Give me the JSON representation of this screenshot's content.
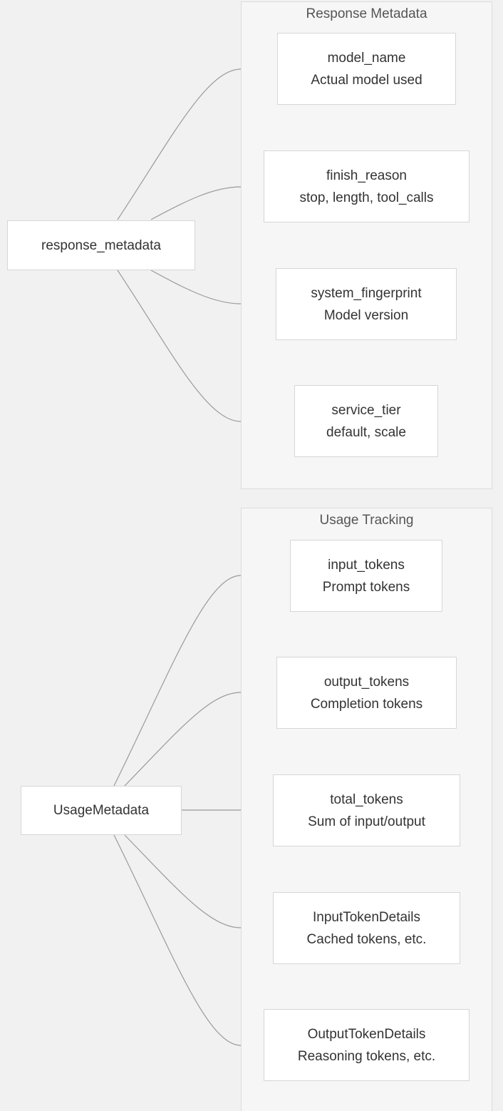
{
  "clusters": {
    "response": {
      "title": "Response Metadata"
    },
    "usage": {
      "title": "Usage Tracking"
    }
  },
  "sources": {
    "response_metadata": {
      "label": "response_metadata"
    },
    "usage_metadata": {
      "label": "UsageMetadata"
    }
  },
  "response_nodes": [
    {
      "name": "model_name",
      "desc": "Actual model used"
    },
    {
      "name": "finish_reason",
      "desc": "stop, length, tool_calls"
    },
    {
      "name": "system_fingerprint",
      "desc": "Model version"
    },
    {
      "name": "service_tier",
      "desc": "default, scale"
    }
  ],
  "usage_nodes": [
    {
      "name": "input_tokens",
      "desc": "Prompt tokens"
    },
    {
      "name": "output_tokens",
      "desc": "Completion tokens"
    },
    {
      "name": "total_tokens",
      "desc": "Sum of input/output"
    },
    {
      "name": "InputTokenDetails",
      "desc": "Cached tokens, etc."
    },
    {
      "name": "OutputTokenDetails",
      "desc": "Reasoning tokens, etc."
    }
  ],
  "colors": {
    "background": "#f1f1f1",
    "cluster_fill": "#f6f6f6",
    "node_fill": "#ffffff",
    "edge": "#9a9a9a"
  }
}
